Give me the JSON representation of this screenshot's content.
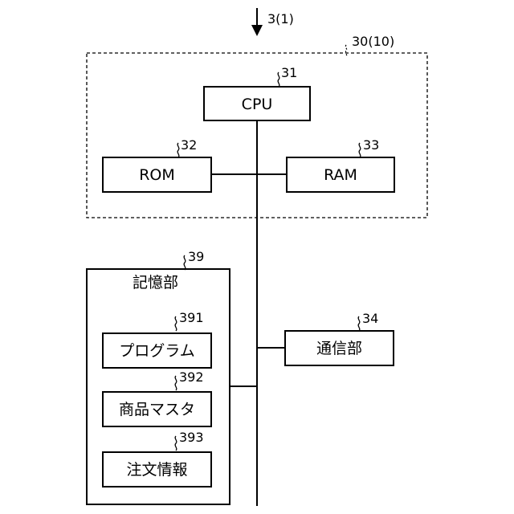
{
  "input_arrow": {
    "ref": "3(1)"
  },
  "server": {
    "ref": "30(10)"
  },
  "cpu": {
    "label": "CPU",
    "ref": "31"
  },
  "rom": {
    "label": "ROM",
    "ref": "32"
  },
  "ram": {
    "label": "RAM",
    "ref": "33"
  },
  "comm": {
    "label": "通信部",
    "ref": "34"
  },
  "storage": {
    "label": "記憶部",
    "ref": "39",
    "items": [
      {
        "label": "プログラム",
        "ref": "391"
      },
      {
        "label": "商品マスタ",
        "ref": "392"
      },
      {
        "label": "注文情報",
        "ref": "393"
      }
    ]
  }
}
